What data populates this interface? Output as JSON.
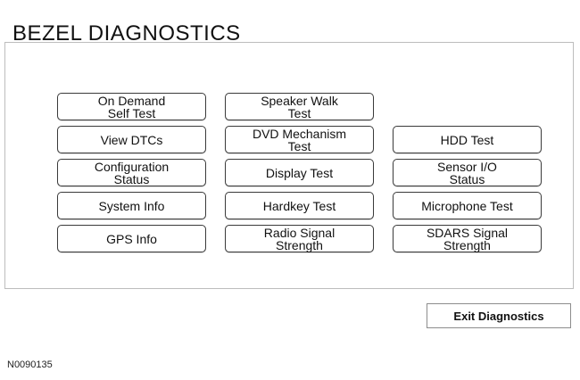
{
  "title": "BEZEL DIAGNOSTICS",
  "figure_label": "N0090135",
  "colors": {
    "background": "#ffffff",
    "button_border": "#3a3a3a",
    "frame_border": "#bdbdbd",
    "text": "#111111"
  },
  "grid": {
    "col1": [
      "On Demand\nSelf Test",
      "View DTCs",
      "Configuration\nStatus",
      "System Info",
      "GPS Info"
    ],
    "col2": [
      "Speaker Walk\nTest",
      "DVD Mechanism\nTest",
      "Display Test",
      "Hardkey Test",
      "Radio Signal\nStrength"
    ],
    "col3": [
      "HDD Test",
      "Sensor I/O\nStatus",
      "Microphone Test",
      "SDARS Signal\nStrength"
    ]
  },
  "exit_button": {
    "label": "Exit Diagnostics"
  }
}
